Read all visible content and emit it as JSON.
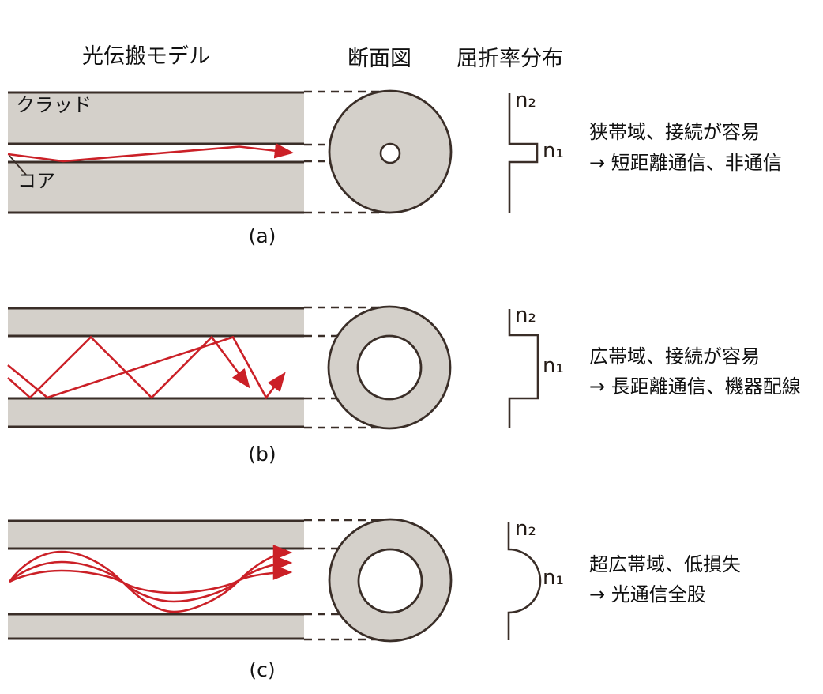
{
  "diagram": {
    "headers": {
      "propagation_model": "光伝搬モデル",
      "cross_section": "断面図",
      "refractive_index": "屈折率分布"
    },
    "labels": {
      "cladding": "クラッド",
      "core": "コア"
    },
    "colors": {
      "cladding_fill": "#d4d0ca",
      "outline": "#3a2e28",
      "ray_red": "#cb2027"
    },
    "rows": [
      {
        "caption": "(a)",
        "n2_label": "n₂",
        "n1_label": "n₁",
        "description_line1": "狭帯域、接続が容易",
        "description_line2": "→ 短距離通信、非通信"
      },
      {
        "caption": "(b)",
        "n2_label": "n₂",
        "n1_label": "n₁",
        "description_line1": "広帯域、接続が容易",
        "description_line2": "→ 長距離通信、機器配線"
      },
      {
        "caption": "(c)",
        "n2_label": "n₂",
        "n1_label": "n₁",
        "description_line1": "超広帯域、低損失",
        "description_line2": "→ 光通信全股"
      }
    ]
  }
}
